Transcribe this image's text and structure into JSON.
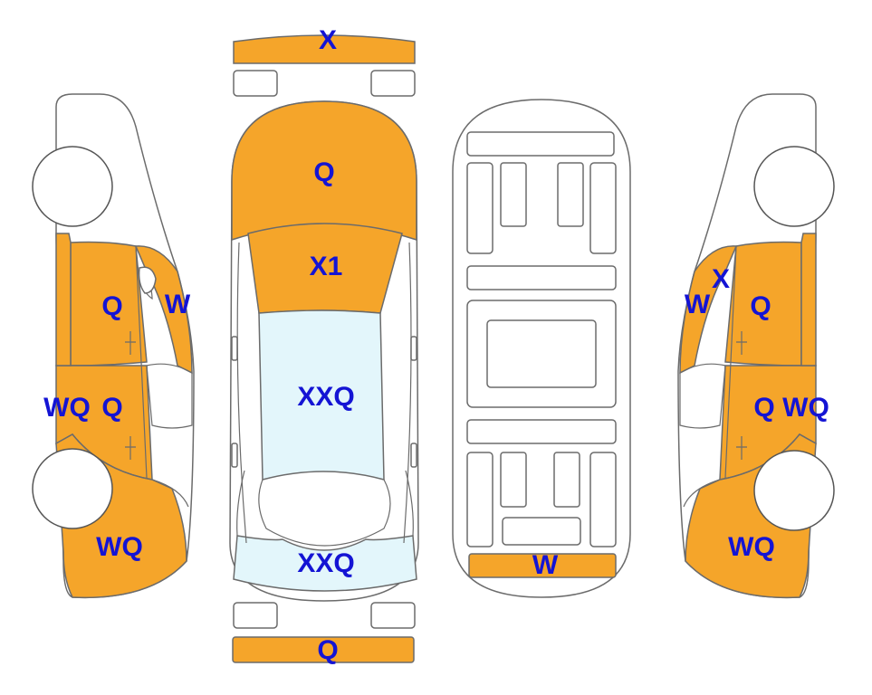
{
  "colors": {
    "damaged": "#f5a52a",
    "glass": "#e3f6fb",
    "label": "#1414d4",
    "outline": "#6b6b6b"
  },
  "labels": {
    "front_bumper": "X",
    "hood": "Q",
    "roof_front": "X1",
    "windshield": "XXQ",
    "rear_window": "XXQ",
    "rear_bumper": "Q",
    "underbody_rear": "W",
    "left_front_door": "Q",
    "left_a_pillar": "W",
    "left_rear_door_w": "WQ",
    "left_rear_door_q": "Q",
    "left_rear_quarter": "WQ",
    "right_front_door": "Q",
    "right_a_pillar_w": "W",
    "right_a_pillar_x": "X",
    "right_rear_door_q": "Q",
    "right_rear_door_wq": "WQ",
    "right_rear_quarter": "WQ"
  }
}
